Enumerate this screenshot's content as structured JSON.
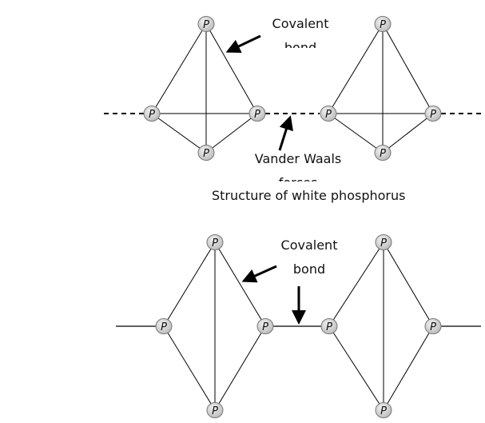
{
  "atom_symbol": "P",
  "top_diagram": {
    "label_covalent_line1": "Covalent",
    "label_covalent_line2": "bond",
    "label_vdw_line1": "Vander Waals",
    "label_vdw_line2": "forces",
    "caption": "Structure of white phosphorus",
    "inter_molecular_link": "dashed"
  },
  "bottom_diagram": {
    "label_covalent_line1": "Covalent",
    "label_covalent_line2": "bond",
    "inter_molecular_link": "solid"
  },
  "colors": {
    "atom_fill": "#d0d0d0",
    "atom_stroke": "#777777",
    "line": "#000000"
  }
}
